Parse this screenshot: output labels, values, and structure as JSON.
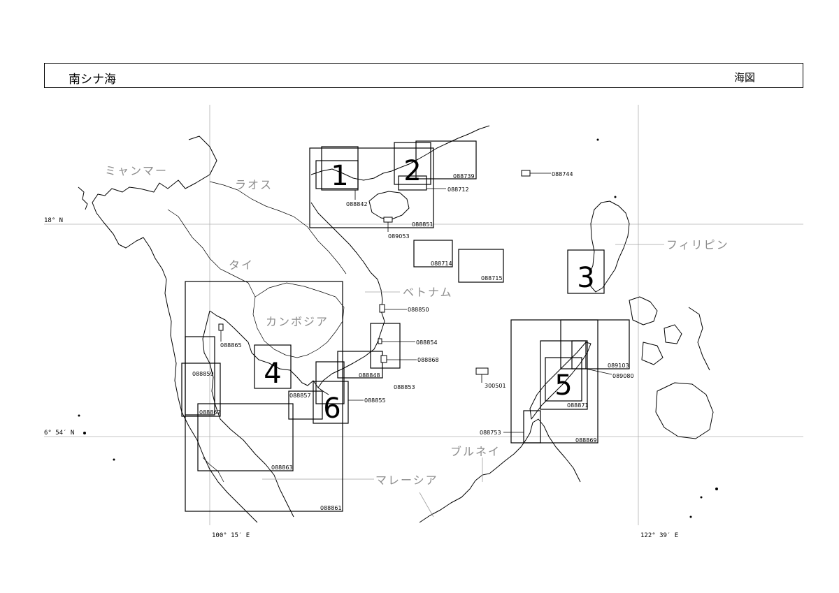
{
  "header": {
    "title": "南シナ海",
    "kind": "海図"
  },
  "coordinates": {
    "lat_north": "18° N",
    "lat_south": "6° 54′ N",
    "lon_west": "100° 15′ E",
    "lon_east": "122° 39′ E"
  },
  "countries": {
    "myanmar": "ミャンマー",
    "laos": "ラオス",
    "thailand": "タイ",
    "cambodia": "カンボジア",
    "vietnam": "ベトナム",
    "philippines": "フィリピン",
    "brunei": "ブルネイ",
    "malaysia": "マレーシア"
  },
  "regions": [
    "1",
    "2",
    "3",
    "4",
    "5",
    "6"
  ],
  "charts": {
    "c088842": "088842",
    "c088739": "088739",
    "c088712": "088712",
    "c088744": "088744",
    "c088851": "088851",
    "c089053": "089053",
    "c088714": "088714",
    "c088715": "088715",
    "c088850": "088850",
    "c088854": "088854",
    "c088865": "088865",
    "c088868": "088868",
    "c088848": "088848",
    "c088853": "088853",
    "c088859": "088859",
    "c088857": "088857",
    "c088855": "088855",
    "c088862": "088862",
    "c088863": "088863",
    "c088861": "088861",
    "c300501": "300501",
    "c089103": "089103",
    "c089080": "089080",
    "c088871": "088871",
    "c088753": "088753",
    "c088869": "088869"
  }
}
